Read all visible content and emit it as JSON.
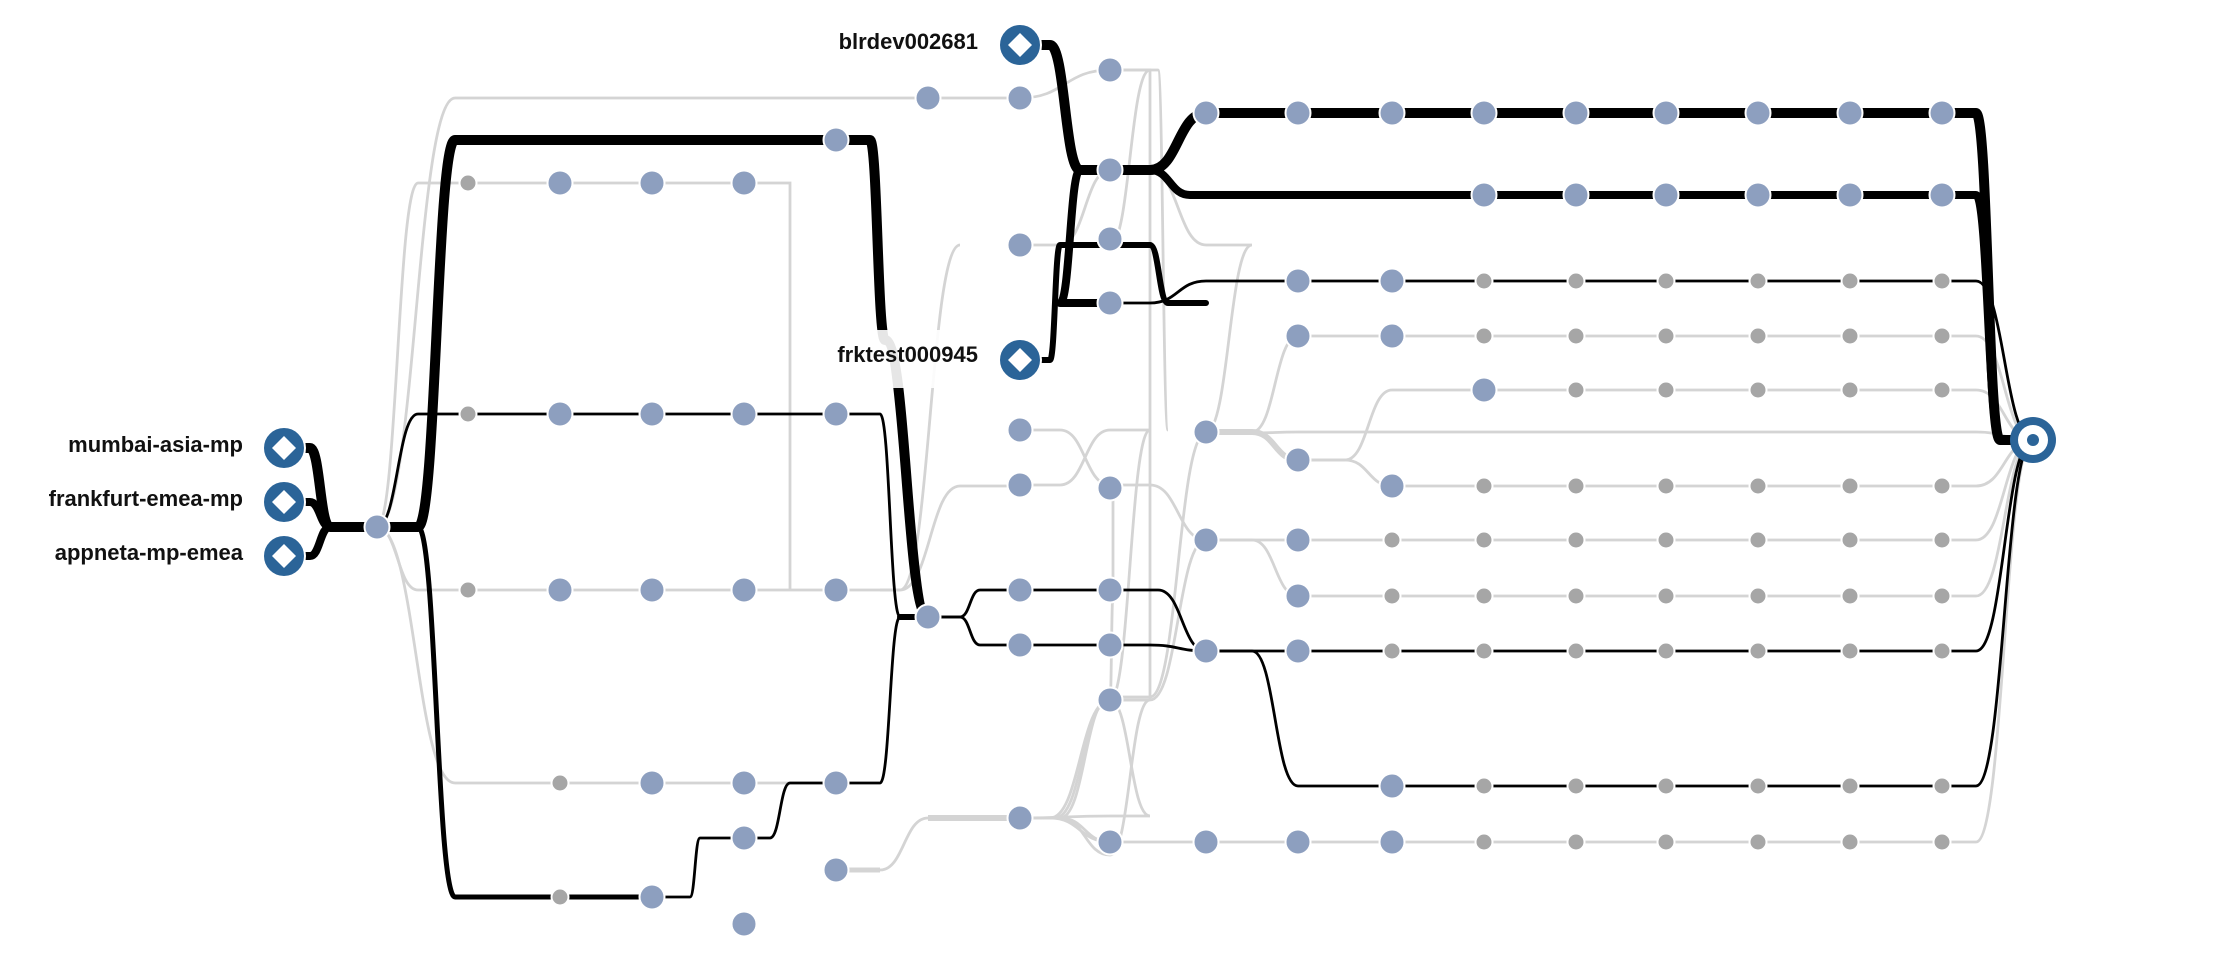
{
  "diagram": {
    "sources": [
      {
        "id": "mumbai",
        "label": "mumbai-asia-mp"
      },
      {
        "id": "frankfurt",
        "label": "frankfurt-emea-mp"
      },
      {
        "id": "appneta",
        "label": "appneta-mp-emea"
      },
      {
        "id": "blrdev",
        "label": "blrdev002681"
      },
      {
        "id": "frktest",
        "label": "frktest000945"
      }
    ],
    "target": {
      "id": "target",
      "label": ""
    },
    "colors": {
      "source_node": "#2b6498",
      "hop_node": "#8d9fbf",
      "hop_node_unresponsive": "#a6a6a6",
      "path_active": "#000000",
      "path_inactive": "#d4d4d4"
    },
    "icons": {
      "source": "diamond-icon",
      "target": "target-icon"
    }
  }
}
